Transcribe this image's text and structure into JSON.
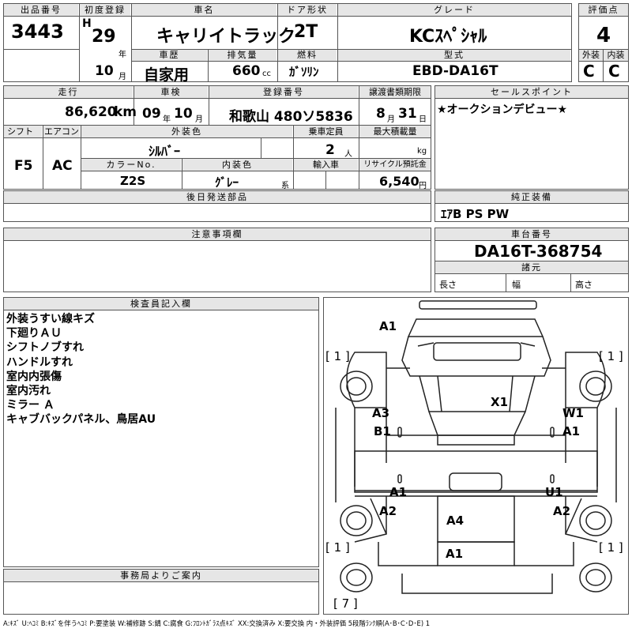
{
  "header": {
    "lot_no_label": "出品番号",
    "lot_no": "3443",
    "first_reg_label": "初度登録",
    "era": "H",
    "year": "29",
    "year_unit": "年",
    "month": "10",
    "month_unit": "月",
    "car_name_label": "車名",
    "car_name": "キャリイトラック",
    "doors_label": "ドア形状",
    "doors": "2T",
    "grade_label": "グレード",
    "grade": "KCｽﾍﾟｼｬﾙ",
    "score_label": "評価点",
    "score": "4",
    "history_label": "車歴",
    "history": "自家用",
    "displacement_label": "排気量",
    "displacement": "660",
    "displacement_unit": "cc",
    "fuel_label": "燃料",
    "fuel": "ｶﾞｿﾘﾝ",
    "model_label": "型式",
    "model": "EBD-DA16T",
    "ext_label": "外装",
    "ext_grade": "C",
    "int_label": "内装",
    "int_grade": "C"
  },
  "row2": {
    "mileage_label": "走行",
    "mileage": "86,620",
    "mileage_unit": "km",
    "inspection_label": "車検",
    "insp_year": "09",
    "insp_year_unit": "年",
    "insp_month": "10",
    "insp_month_unit": "月",
    "reg_no_label": "登録番号",
    "reg_no": "和歌山 480ソ5836",
    "transfer_label": "譲渡書類期限",
    "transfer_month": "8",
    "transfer_month_unit": "月",
    "transfer_day": "31",
    "transfer_day_unit": "日",
    "sales_point_label": "セールスポイント",
    "sales_point": "★オークションデビュー★"
  },
  "row3": {
    "shift_label": "シフト",
    "shift": "F5",
    "ac_label": "エアコン",
    "ac": "AC",
    "ext_color_label": "外装色",
    "ext_color": "ｼﾙﾊﾞｰ",
    "capacity_label": "乗車定員",
    "capacity": "2",
    "capacity_unit": "人",
    "max_load_label": "最大積載量",
    "max_load_unit": "kg",
    "color_no_label": "カラーNo.",
    "color_no": "Z2S",
    "int_color_label": "内装色",
    "int_color": "ｸﾞﾚｰ",
    "int_color_unit": "系",
    "import_label": "輸入車",
    "recycle_label": "リサイクル預託金",
    "recycle": "6,540",
    "recycle_unit": "円"
  },
  "parts_label": "後日発送部品",
  "equip_label": "純正装備",
  "equip": "ｴｱB PS PW",
  "notes_label": "注意事項欄",
  "chassis_label": "車台番号",
  "chassis": "DA16T-368754",
  "dims_label": "諸元",
  "length_label": "長さ",
  "width_label": "幅",
  "height_label": "高さ",
  "inspector_label": "検査員記入欄",
  "inspector_notes": [
    "外装うすい線キズ",
    "下廻りＡＵ",
    "シフトノブすれ",
    "ハンドルすれ",
    "室内内張傷",
    "室内汚れ",
    "ミラー Ａ",
    "キャブバックパネル、鳥居AU"
  ],
  "office_label": "事務局よりご案内",
  "footer": "A:ｷｽﾞ U:ﾍｺﾐ B:ｷｽﾞを伴うﾍｺﾐ P:要塗装 W:補修跡 S:錆 C:腐食 G:ﾌﾛﾝﾄｶﾞﾗｽ点ｷｽﾞ XX:交換済み X:要交換 内・外装評価 5段階ﾗﾝｸ順(A･B･C･D･E) 1",
  "diagram": {
    "marks": {
      "a1_top": "A1",
      "x1": "X1",
      "a3": "A3",
      "b1": "B1",
      "w1": "W1",
      "a1_right": "A1",
      "a1_mid": "A1",
      "u1": "U1",
      "a2_left": "A2",
      "a4": "A4",
      "a2_right": "A2",
      "a1_bottom": "A1"
    },
    "tire_tl": "[ 1 ]",
    "tire_tr": "[ 1 ]",
    "tire_bl": "[ 1 ]",
    "tire_br": "[ 1 ]",
    "spare": "[ 7 ]"
  }
}
